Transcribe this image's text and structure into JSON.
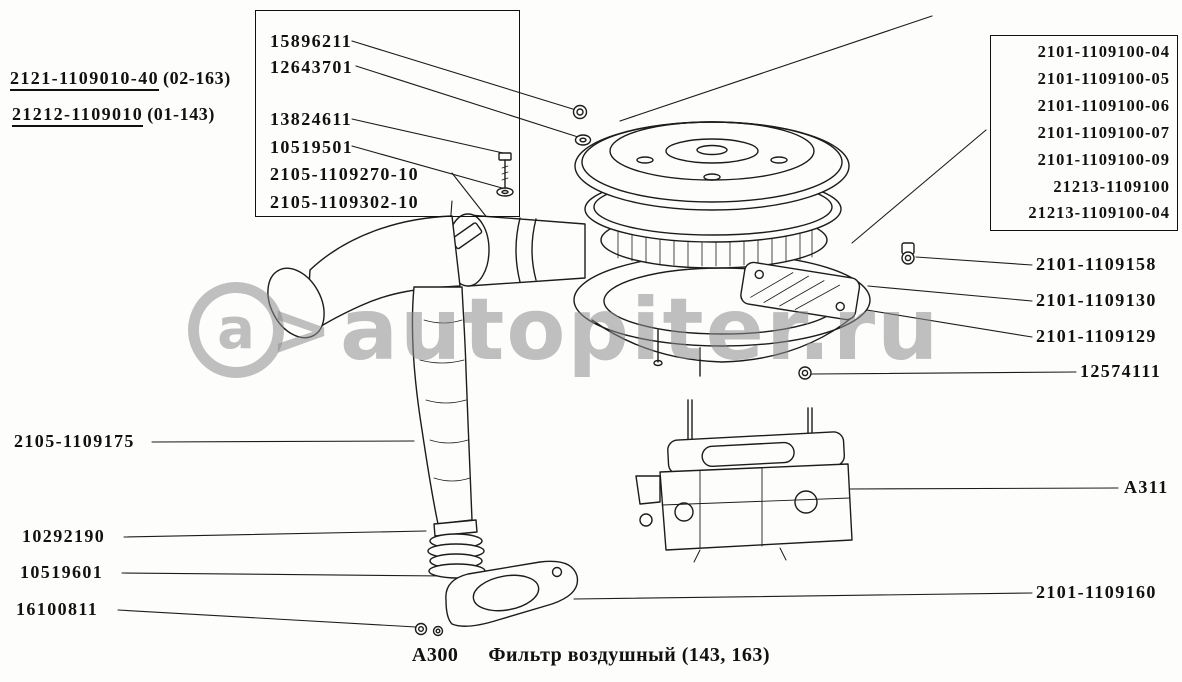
{
  "caption": {
    "code": "А300",
    "title": "Фильтр воздушный (143, 163)"
  },
  "watermark": {
    "logo_letter": "а",
    "arrow": ">",
    "site": "autopiter.ru"
  },
  "variants": [
    {
      "number": "2121-1109010-40",
      "note": "(02-163)"
    },
    {
      "number": "21212-1109010",
      "note": "(01-143)"
    }
  ],
  "hardware_box": {
    "items": [
      "15896211",
      "12643701",
      "13824611",
      "10519501",
      "2105-1109270-10",
      "2105-1109302-10"
    ]
  },
  "assembly_box": {
    "items": [
      "2101-1109100-04",
      "2101-1109100-05",
      "2101-1109100-06",
      "2101-1109100-07",
      "2101-1109100-09",
      "21213-1109100",
      "21213-1109100-04"
    ]
  },
  "right_labels": [
    "2101-1109158",
    "2101-1109130",
    "2101-1109129",
    "12574111",
    "А311",
    "2101-1109160"
  ],
  "left_labels": [
    "2105-1109175",
    "10292190",
    "10519601",
    "16100811"
  ]
}
